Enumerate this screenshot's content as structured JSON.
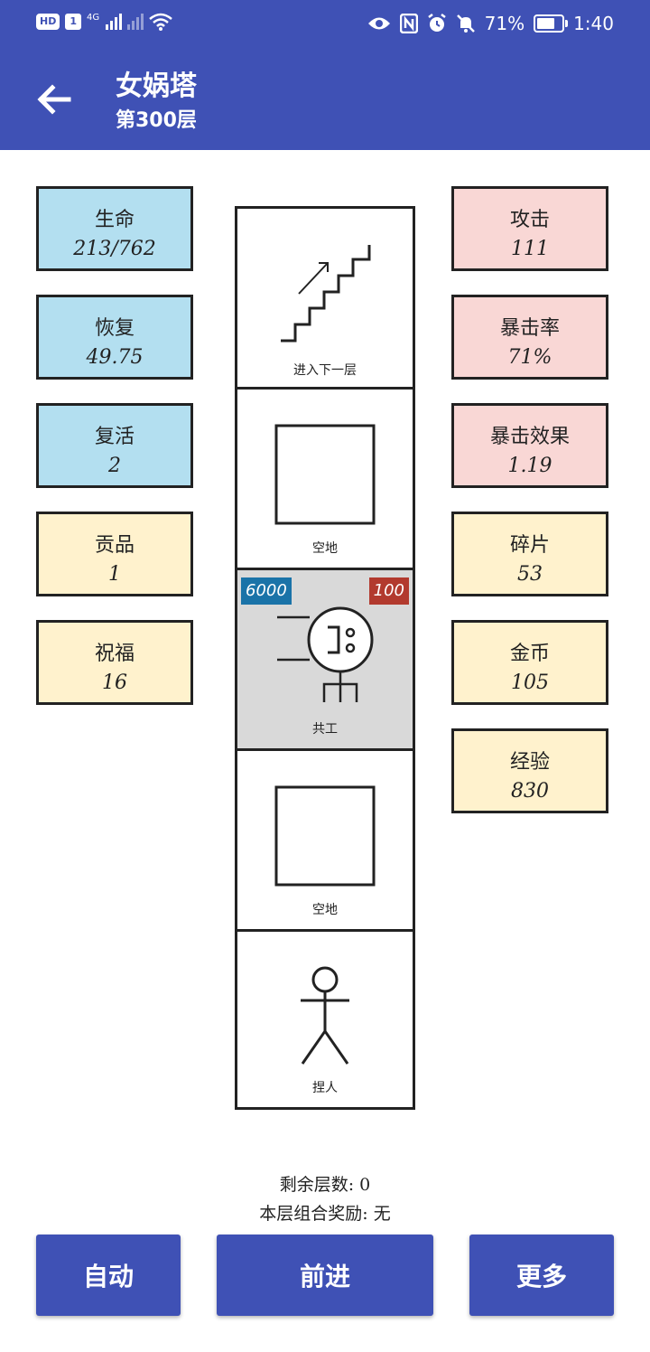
{
  "status_bar": {
    "hd": "HD",
    "sim1": "1",
    "net": "4G",
    "battery": "71%",
    "time": "1:40"
  },
  "header": {
    "title": "女娲塔",
    "subtitle": "第300层"
  },
  "left_stats": [
    {
      "label": "生命",
      "value": "213/762"
    },
    {
      "label": "恢复",
      "value": "49.75"
    },
    {
      "label": "复活",
      "value": "2"
    },
    {
      "label": "贡品",
      "value": "1"
    },
    {
      "label": "祝福",
      "value": "16"
    }
  ],
  "right_stats": [
    {
      "label": "攻击",
      "value": "111"
    },
    {
      "label": "暴击率",
      "value": "71%"
    },
    {
      "label": "暴击效果",
      "value": "1.19"
    },
    {
      "label": "碎片",
      "value": "53"
    },
    {
      "label": "金币",
      "value": "105"
    },
    {
      "label": "经验",
      "value": "830"
    }
  ],
  "cells": [
    {
      "caption": "进入下一层",
      "icon": "stairs-icon"
    },
    {
      "caption": "空地",
      "icon": "empty-square-icon"
    },
    {
      "caption": "共工",
      "icon": "enemy-gonggong-icon",
      "badge_left": "6000",
      "badge_right": "100"
    },
    {
      "caption": "空地",
      "icon": "empty-square-icon"
    },
    {
      "caption": "捏人",
      "icon": "stick-figure-icon"
    }
  ],
  "footer": {
    "remaining": "剩余层数: 0",
    "reward": "本层组合奖励: 无"
  },
  "buttons": {
    "auto": "自动",
    "forward": "前进",
    "more": "更多"
  },
  "colors": {
    "primary": "#3f51b5",
    "stat_blue": "#b3dff0",
    "stat_pink": "#f9d7d5",
    "stat_yellow": "#fff2cd",
    "badge_blue": "#1a73a8",
    "badge_red": "#b23a2e",
    "active_cell": "#d9d9d9"
  }
}
